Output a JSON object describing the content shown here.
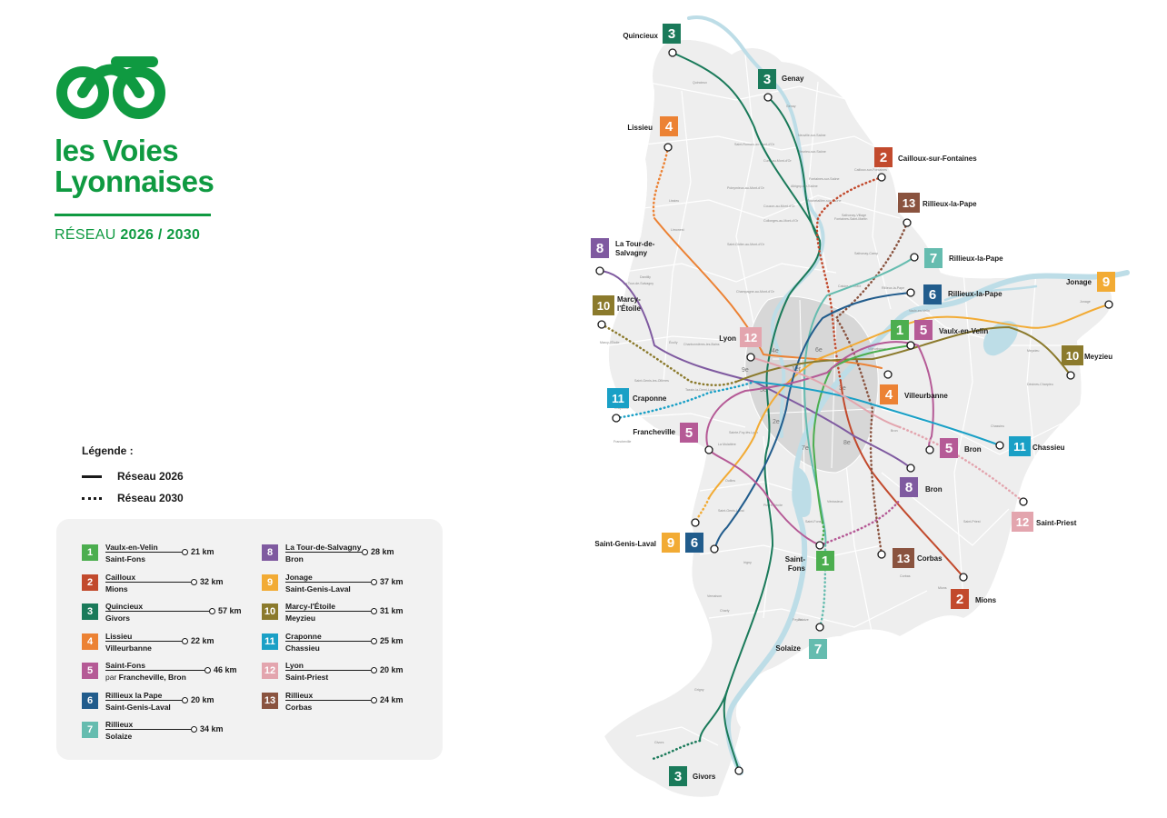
{
  "brand": {
    "title_line1": "les Voies",
    "title_line2": "Lyonnaises",
    "subtitle_prefix": "RÉSEAU",
    "subtitle_years": "2026 / 2030",
    "logo_color": "#0f9a41"
  },
  "legend": {
    "title": "Légende :",
    "solid_label": "Réseau 2026",
    "dotted_label": "Réseau 2030"
  },
  "lines": [
    {
      "num": "1",
      "from": "Vaulx-en-Velin",
      "to": "Saint-Fons",
      "length": "21 km",
      "color": "#4cae4f"
    },
    {
      "num": "2",
      "from": "Cailloux",
      "to": "Mions",
      "length": "32 km",
      "color": "#c24a2d"
    },
    {
      "num": "3",
      "from": "Quincieux",
      "to": "Givors",
      "length": "57 km",
      "color": "#1a7a5a"
    },
    {
      "num": "4",
      "from": "Lissieu",
      "to": "Villeurbanne",
      "length": "22 km",
      "color": "#ec8234"
    },
    {
      "num": "5",
      "from": "Saint-Fons",
      "to_prefix": "par",
      "to": "Francheville, Bron",
      "length": "46 km",
      "color": "#b55a96"
    },
    {
      "num": "6",
      "from": "Rillieux la Pape",
      "to": "Saint-Genis-Laval",
      "length": "20 km",
      "color": "#215c8c"
    },
    {
      "num": "7",
      "from": "Rillieux",
      "to": "Solaize",
      "length": "34 km",
      "color": "#65bcaf"
    },
    {
      "num": "8",
      "from": "La Tour-de-Salvagny",
      "to": "Bron",
      "length": "28 km",
      "color": "#7f5aa0"
    },
    {
      "num": "9",
      "from": "Jonage",
      "to": "Saint-Genis-Laval",
      "length": "37 km",
      "color": "#f2ab34"
    },
    {
      "num": "10",
      "from": "Marcy-l'Étoile",
      "to": "Meyzieu",
      "length": "31 km",
      "color": "#8b7a2c"
    },
    {
      "num": "11",
      "from": "Craponne",
      "to": "Chassieu",
      "length": "25 km",
      "color": "#1aa0c6"
    },
    {
      "num": "12",
      "from": "Lyon",
      "to": "Saint-Priest",
      "length": "20 km",
      "color": "#e3a5ae"
    },
    {
      "num": "13",
      "from": "Rillieux",
      "to": "Corbas",
      "length": "24 km",
      "color": "#8a533f"
    }
  ],
  "map": {
    "colors": {
      "land": "#eeeeee",
      "center": "#d7d7d7",
      "border": "#ffffff",
      "water": "#bddde7",
      "water_edge": "#9ccbd9",
      "text": "#1a1a1a"
    },
    "districts": [
      {
        "label": "1er"
      },
      {
        "label": "2e"
      },
      {
        "label": "3e"
      },
      {
        "label": "4e"
      },
      {
        "label": "5e"
      },
      {
        "label": "6e"
      },
      {
        "label": "7e"
      },
      {
        "label": "8e"
      },
      {
        "label": "9e"
      }
    ],
    "communes": [
      "Quincieux",
      "Genay",
      "Neuville-sur-Saône",
      "Fleurieu-sur-Saône",
      "Curis-au-Mont-d'Or",
      "Saint-Romain-au-Mont-d'Or",
      "Poleymieux-au-Mont-d'Or",
      "Albigny-sur-Saône",
      "Cailloux-sur-Fontaines",
      "Fontaines-sur-Saône",
      "Couzon-au-Mont-d'Or",
      "Rochetaillée-sur-Saône",
      "Fontaines-Saint-Martin",
      "Sathonay-Village",
      "Sathonay-Camp",
      "Collonges-au-Mont-d'Or",
      "Saint-Didier-au-Mont-d'Or",
      "Limonest",
      "Dardilly",
      "Champagne-au-Mont-d'Or",
      "Écully",
      "Tassin-la-Demi-Lune",
      "Charbonnières-les-Bains",
      "Saint-Genis-les-Ollières",
      "Craponne",
      "Francheville",
      "Sainte-Foy-lès-Lyon",
      "La Mulatière",
      "Oullins",
      "Pierre-Bénite",
      "Saint-Genis-Laval",
      "Irigny",
      "Charly",
      "Vernaison",
      "Feyzin",
      "Solaize",
      "Vénissieux",
      "Saint-Fons",
      "Saint-Priest",
      "Mions",
      "Corbas",
      "Bron",
      "Chassieu",
      "Décines-Charpieu",
      "Meyzieu",
      "Jonage",
      "Vaulx-en-Velin",
      "Villeurbanne",
      "Rillieux-la-Pape",
      "Caluire-et-Cuire",
      "Lissieu",
      "La Tour-de-Salvagny",
      "Marcy-l'Étoile",
      "Givors",
      "Grigny"
    ],
    "termini": [
      {
        "num": "3",
        "label": "Quincieux"
      },
      {
        "num": "3",
        "label": "Genay"
      },
      {
        "num": "4",
        "label": "Lissieu"
      },
      {
        "num": "2",
        "label": "Cailloux-sur-Fontaines"
      },
      {
        "num": "13",
        "label": "Rillieux-la-Pape"
      },
      {
        "num": "8",
        "label": "La Tour-de-Salvagny"
      },
      {
        "num": "7",
        "label": "Rillieux-la-Pape"
      },
      {
        "num": "9",
        "label": "Jonage"
      },
      {
        "num": "6",
        "label": "Rillieux-la-Pape"
      },
      {
        "num": "10",
        "label": "Marcy-l'Étoile"
      },
      {
        "num": "1",
        "label": ""
      },
      {
        "num": "5",
        "label": "Vaulx-en-Velin"
      },
      {
        "num": "12",
        "label": "Lyon"
      },
      {
        "num": "10",
        "label": "Meyzieu"
      },
      {
        "num": "4",
        "label": "Villeurbanne"
      },
      {
        "num": "11",
        "label": "Craponne"
      },
      {
        "num": "11",
        "label": "Chassieu"
      },
      {
        "num": "5",
        "label": "Francheville"
      },
      {
        "num": "5",
        "label": "Bron"
      },
      {
        "num": "8",
        "label": "Bron"
      },
      {
        "num": "12",
        "label": "Saint-Priest"
      },
      {
        "num": "9",
        "label": "Saint-Genis-Laval"
      },
      {
        "num": "6",
        "label": ""
      },
      {
        "num": "1",
        "label": "Saint-Fons"
      },
      {
        "num": "13",
        "label": "Corbas"
      },
      {
        "num": "2",
        "label": "Mions"
      },
      {
        "num": "7",
        "label": "Solaize"
      },
      {
        "num": "3",
        "label": "Givors"
      }
    ]
  }
}
